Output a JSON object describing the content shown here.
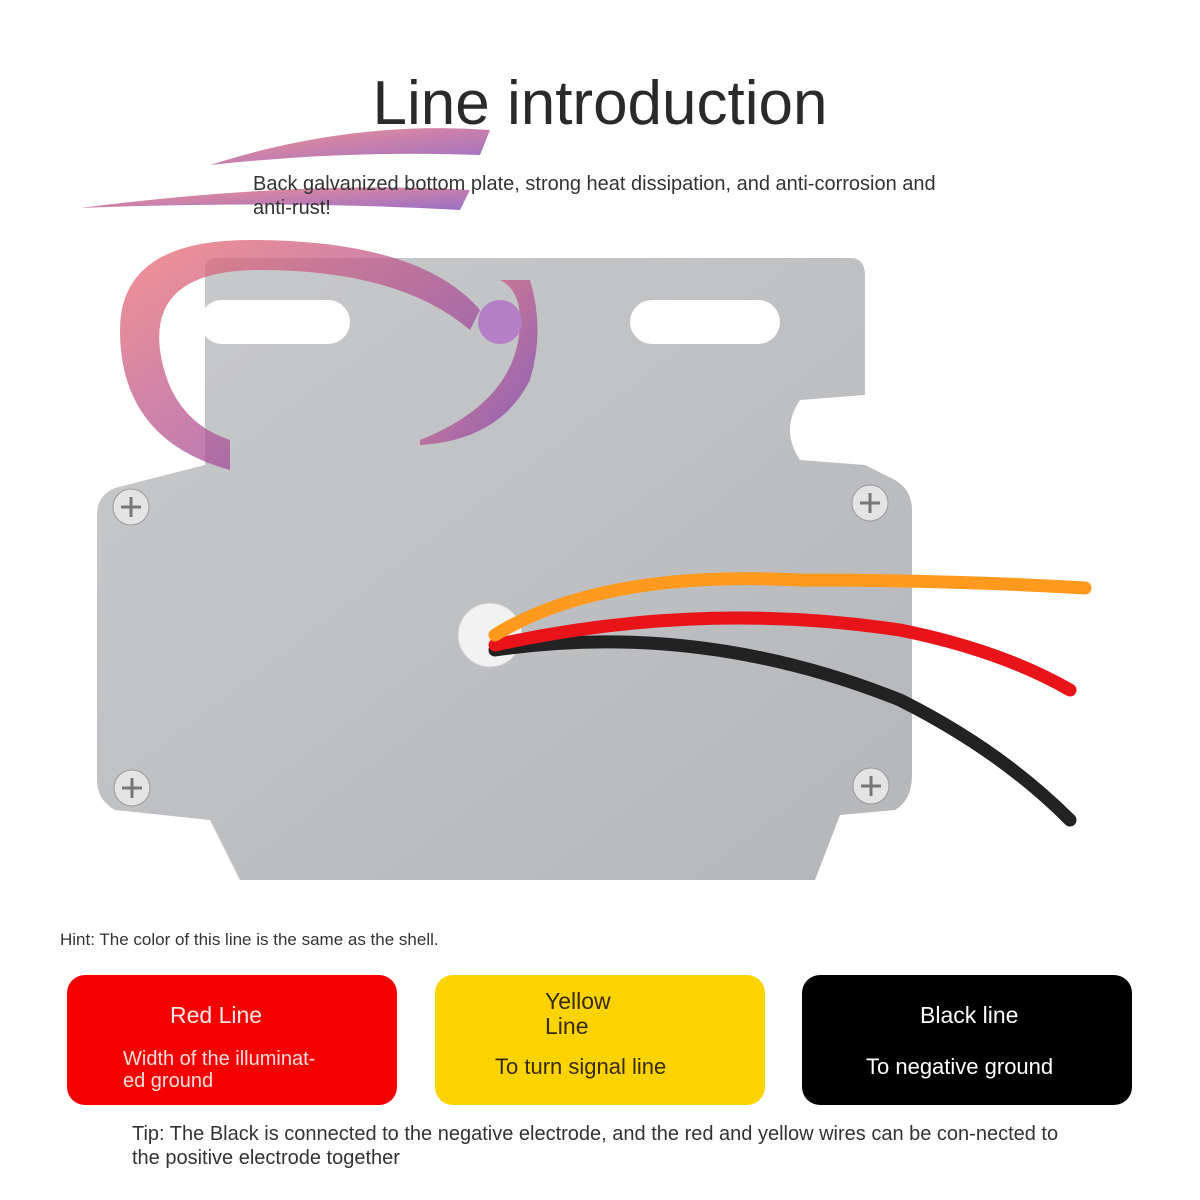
{
  "title": "Line introduction",
  "subtitle": "Back galvanized bottom plate, strong heat dissipation, and anti-corrosion and anti-rust!",
  "hint": "Hint: The color of this line is the same as the shell.",
  "cards": [
    {
      "label": "Red Line",
      "description": "Width of the illuminat-ed ground",
      "color": "#f50000"
    },
    {
      "label": "Yellow Line",
      "description": "To turn signal line",
      "color": "#fbd400"
    },
    {
      "label": "Black line",
      "description": "To negative ground",
      "color": "#000000"
    }
  ],
  "tip": "Tip: The Black is connected to the negative electrode, and the red and yellow wires can be con-nected to the positive electrode together",
  "wire_colors": {
    "orange": "#ff9a1f",
    "red": "#e8141a",
    "black": "#222222"
  }
}
